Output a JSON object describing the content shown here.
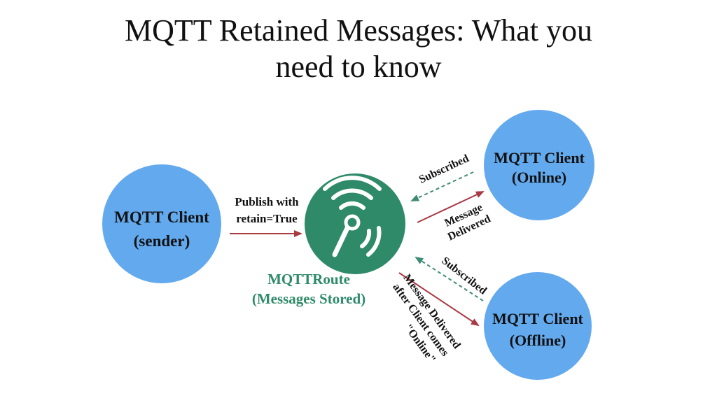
{
  "title": {
    "line1": "MQTT Retained Messages: What you",
    "line2": "need to know"
  },
  "colors": {
    "client_fill": "#63a9ee",
    "broker_fill": "#2e8a68",
    "broker_label": "#2e8a68",
    "arrow_solid": "#a83a43",
    "arrow_dashed": "#3f8c75",
    "text": "#111111"
  },
  "nodes": {
    "sender": {
      "line1": "MQTT Client",
      "line2": "(sender)"
    },
    "online": {
      "line1": "MQTT Client",
      "line2": "(Online)"
    },
    "offline": {
      "line1": "MQTT Client",
      "line2": "(Offline)"
    },
    "broker": {
      "line1": "MQTTRoute",
      "line2": "(Messages Stored)",
      "icon": "wifi-signal-icon"
    }
  },
  "edges": {
    "publish": {
      "line1": "Publish with",
      "line2": "retain=True"
    },
    "subscribed_online": {
      "label": "Subscribed"
    },
    "delivered_online": {
      "line1": "Message",
      "line2": "Delivered"
    },
    "subscribed_offline": {
      "label": "Subscribed"
    },
    "delivered_offline": {
      "line1": "Message Delivered",
      "line2": "after Client comes",
      "line3": "\"Online\""
    }
  }
}
